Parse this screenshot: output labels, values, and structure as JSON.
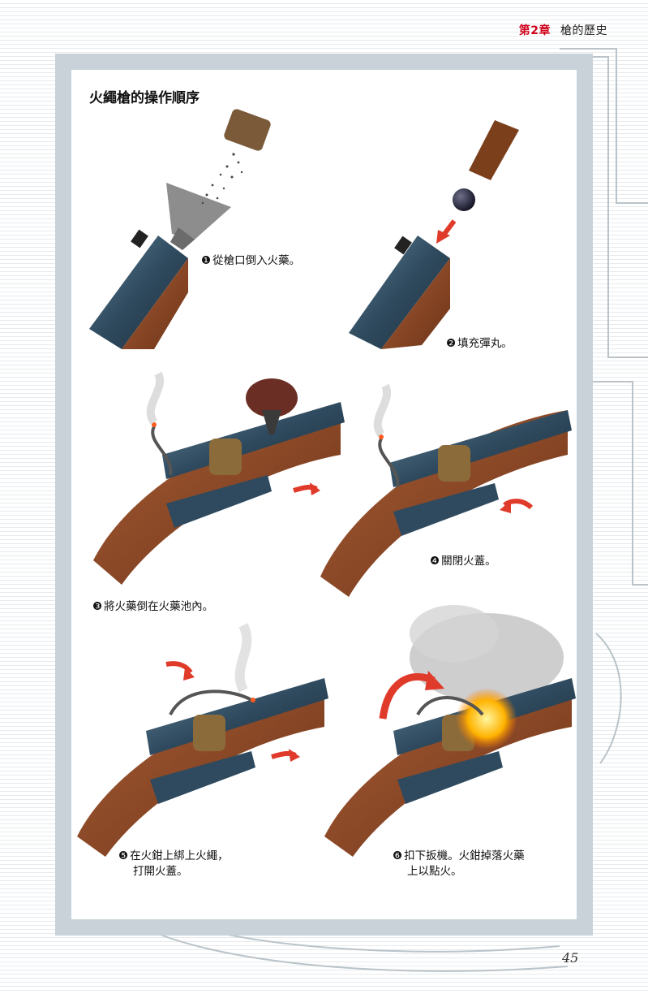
{
  "header": {
    "chapter_number": "第2章",
    "chapter_title": "槍的歷史"
  },
  "title": "火繩槍的操作順序",
  "steps": [
    {
      "num": "❶",
      "text": "從槍口倒入火藥。"
    },
    {
      "num": "❷",
      "text": "填充彈丸。"
    },
    {
      "num": "❸",
      "text": "將火藥倒在火藥池內。"
    },
    {
      "num": "❹",
      "text": "關閉火蓋。"
    },
    {
      "num": "❺",
      "text_line1": "在火鉗上綁上火繩，",
      "text_line2": "打開火蓋。"
    },
    {
      "num": "❻",
      "text_line1": "扣下扳機。火鉗掉落火藥",
      "text_line2": "上以點火。"
    }
  ],
  "page_number": "45",
  "colors": {
    "accent_red": "#d0021b",
    "frame_gray": "#c9d2d8",
    "wood": "#8b4a2b",
    "barrel": "#2f4a5e",
    "arrow": "#e03a2a"
  }
}
